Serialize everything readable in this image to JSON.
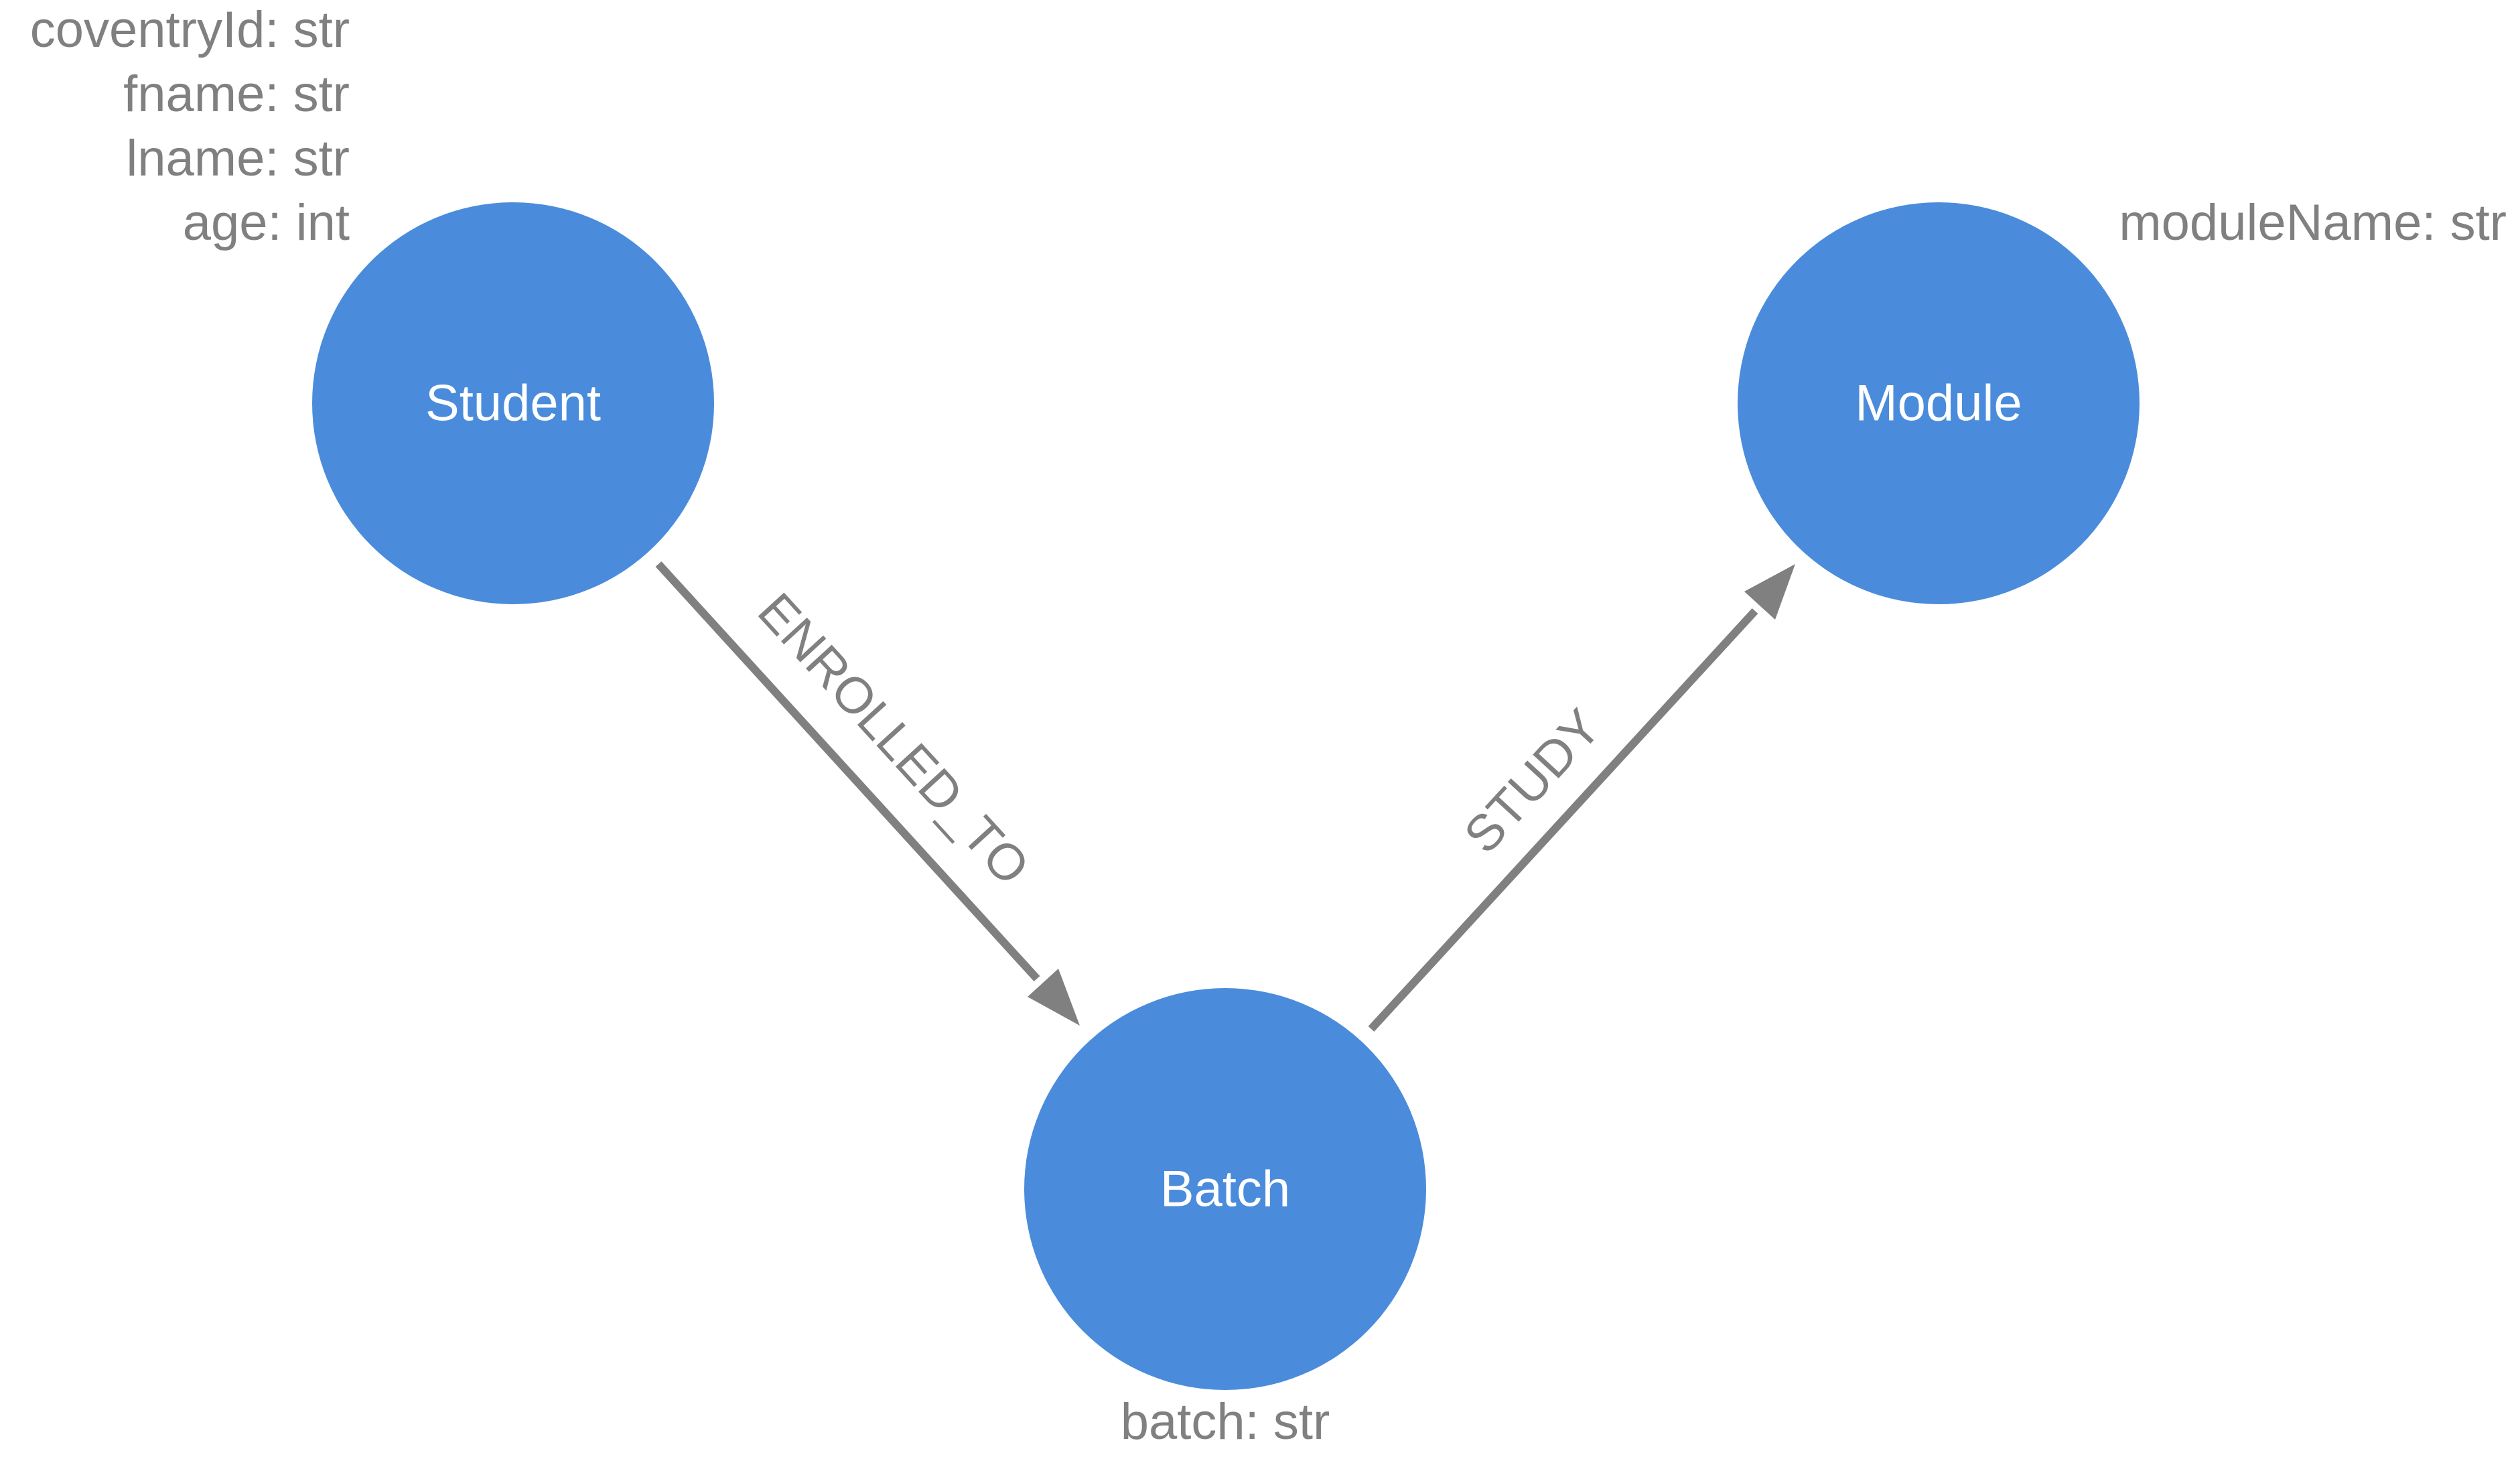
{
  "nodes": {
    "student": {
      "label": "Student",
      "properties": [
        "coventryId: str",
        "fname: str",
        "lname: str",
        "age: int"
      ]
    },
    "batch": {
      "label": "Batch",
      "properties": [
        "batch: str"
      ]
    },
    "module": {
      "label": "Module",
      "properties": [
        "moduleName: str"
      ]
    }
  },
  "relationships": {
    "enrolled_to": {
      "label": "ENROLLED_TO",
      "from": "Student",
      "to": "Batch"
    },
    "study": {
      "label": "STUDY",
      "from": "Batch",
      "to": "Module"
    }
  },
  "colors": {
    "node_fill": "#4a8cdb",
    "node_text": "#ffffff",
    "edge": "#808080",
    "property_text": "#808080"
  }
}
